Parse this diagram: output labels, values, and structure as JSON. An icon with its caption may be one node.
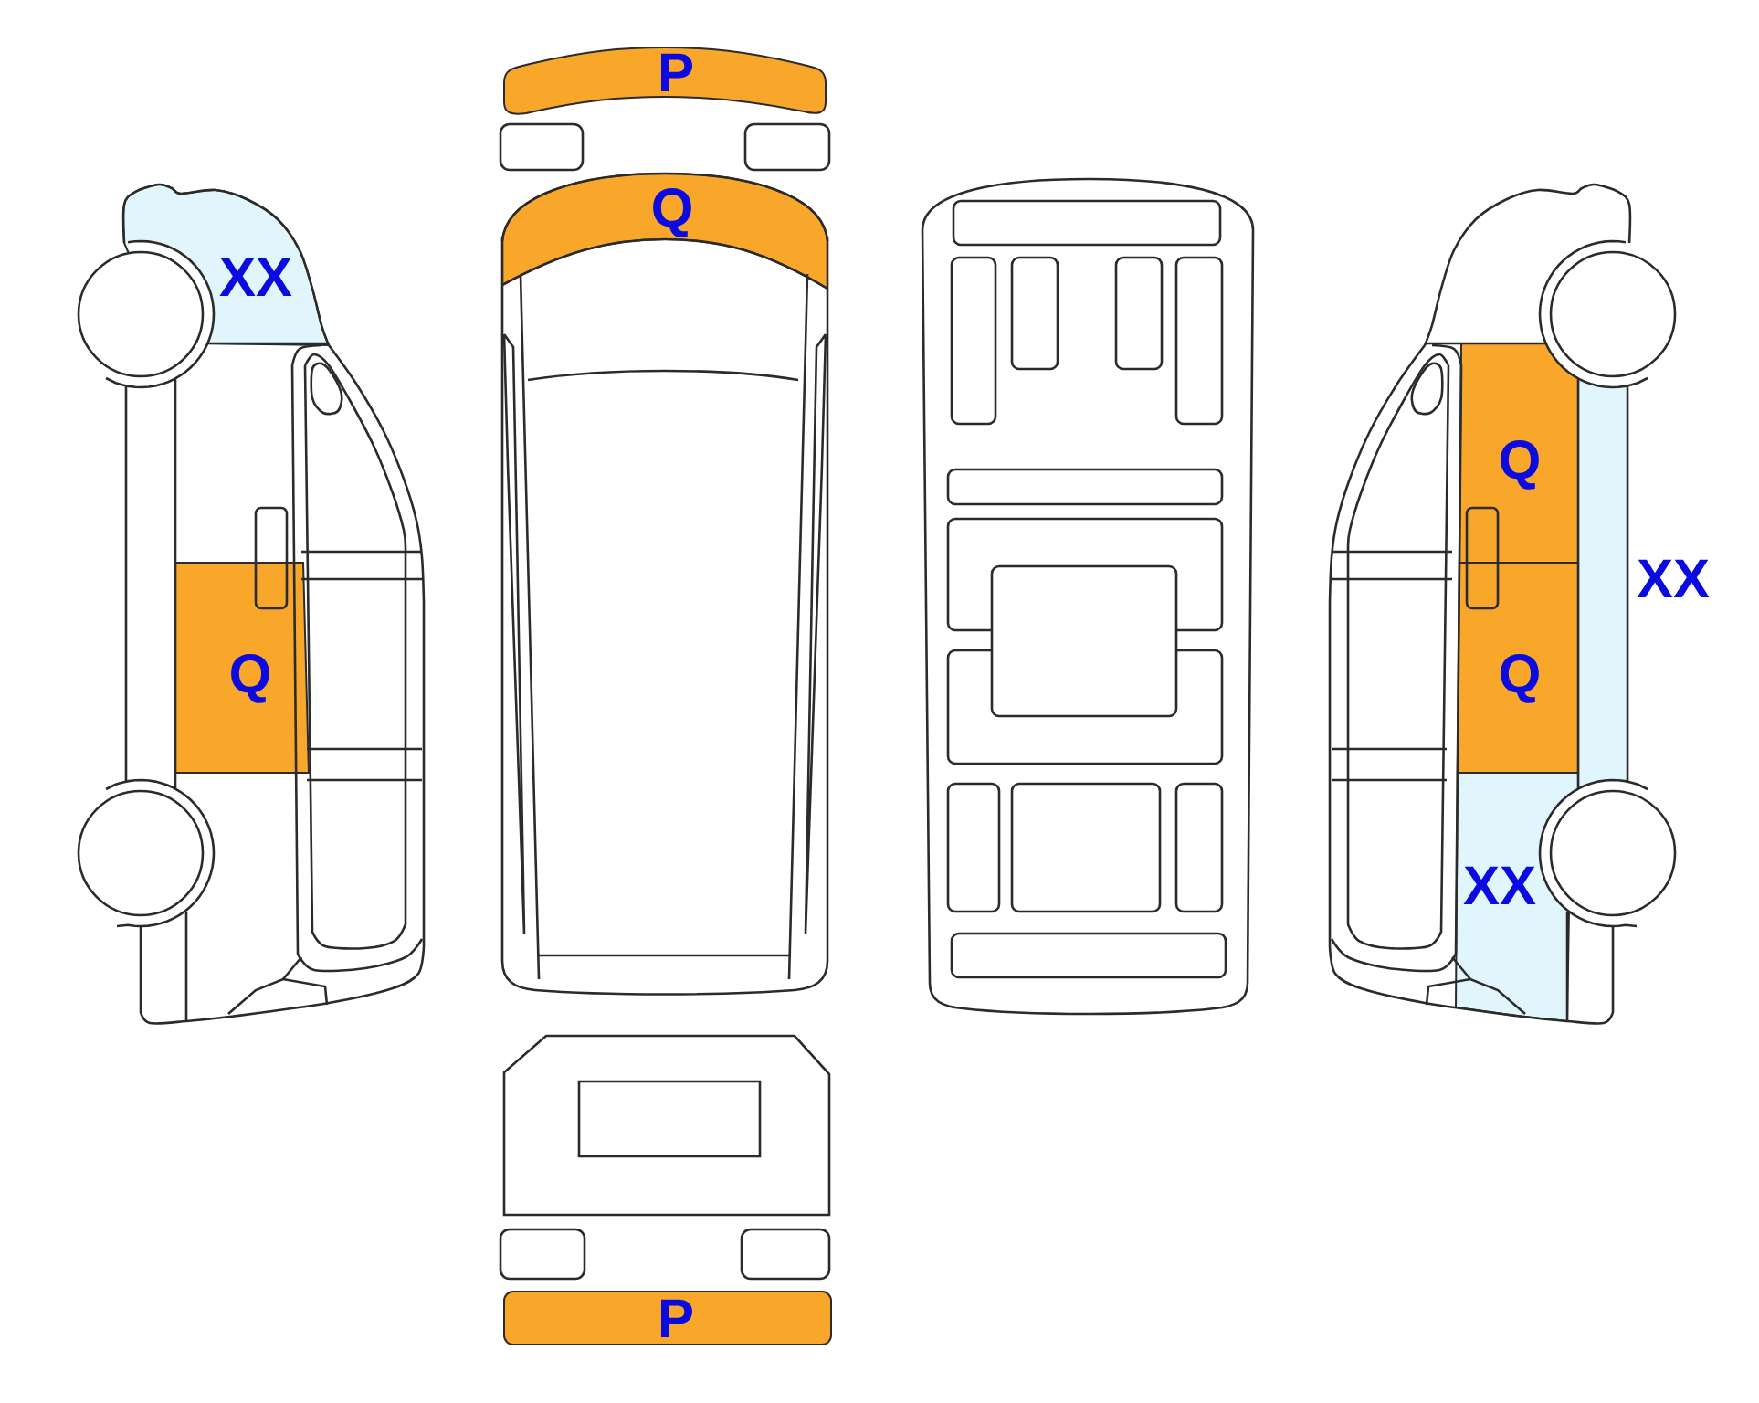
{
  "diagram": {
    "nodes": [
      {
        "text": [
          "P"
        ]
      },
      {
        "text": [
          "Q"
        ]
      },
      {
        "text": [
          "XX"
        ]
      },
      {
        "text": [
          "Q"
        ]
      },
      {
        "text": [
          "XX"
        ]
      },
      {
        "text": [
          "Q"
        ]
      },
      {
        "text": [
          "Q"
        ]
      },
      {
        "text": [
          "XX"
        ]
      },
      {
        "text": [
          "P"
        ]
      }
    ]
  }
}
